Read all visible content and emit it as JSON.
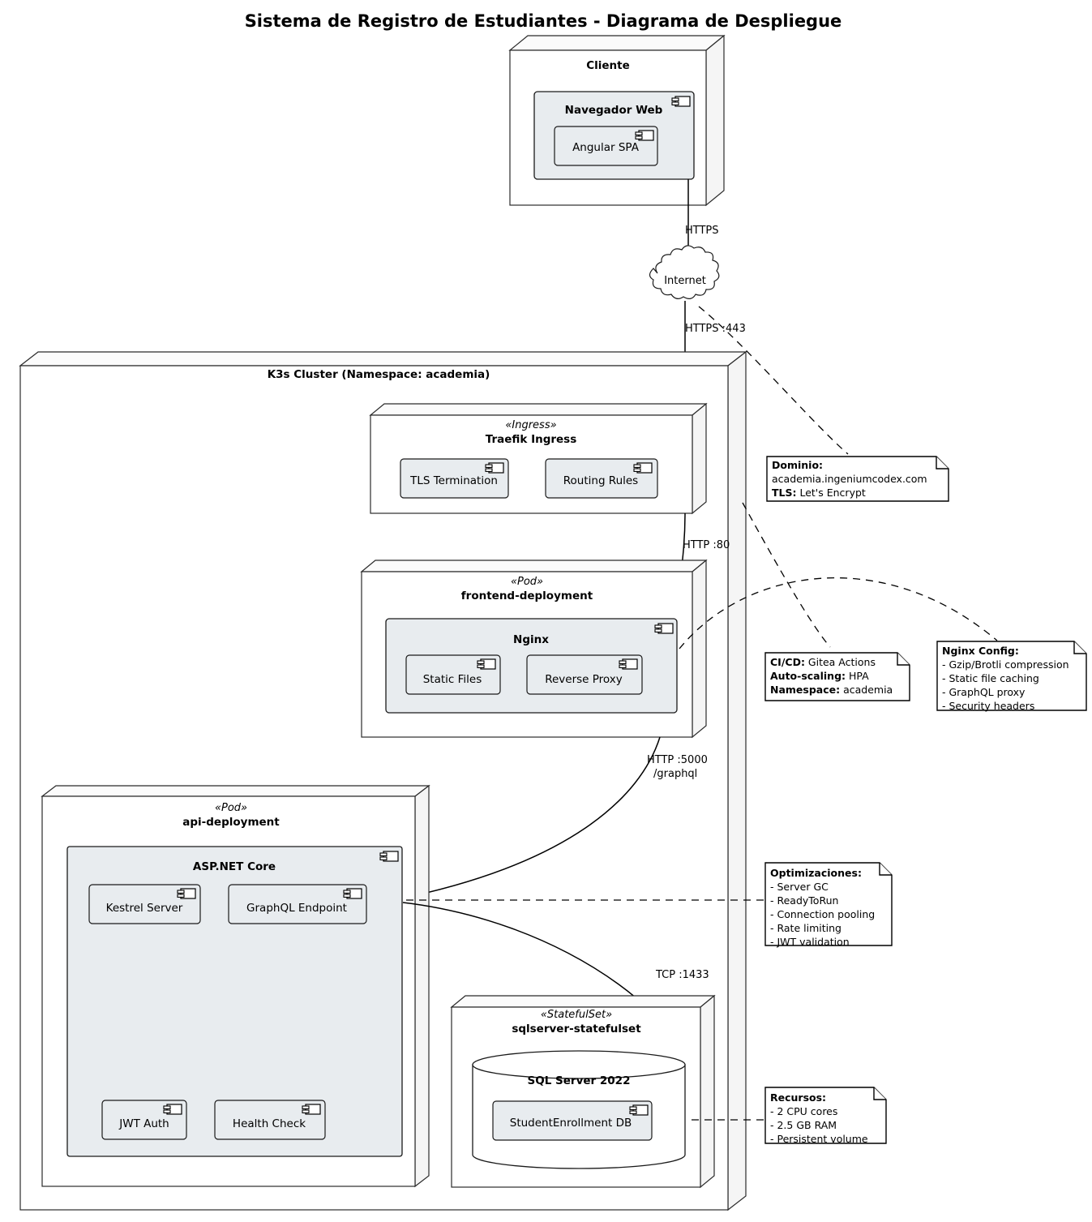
{
  "title": "Sistema de Registro de Estudiantes - Diagrama de Despliegue",
  "nodes": {
    "cliente": {
      "name": "Cliente",
      "component": {
        "name": "Navegador Web",
        "child": "Angular SPA"
      }
    },
    "internet": {
      "label": "Internet"
    },
    "cluster": {
      "name": "K3s Cluster (Namespace: academia)"
    },
    "traefik": {
      "stereotype": "«Ingress»",
      "name": "Traefik Ingress",
      "components": [
        "TLS Termination",
        "Routing Rules"
      ]
    },
    "frontend": {
      "stereotype": "«Pod»",
      "name": "frontend-deployment",
      "component": {
        "name": "Nginx",
        "children": [
          "Static Files",
          "Reverse Proxy"
        ]
      }
    },
    "api": {
      "stereotype": "«Pod»",
      "name": "api-deployment",
      "component": {
        "name": "ASP.NET Core",
        "children": [
          "Kestrel Server",
          "GraphQL Endpoint",
          "JWT Auth",
          "Health Check"
        ]
      }
    },
    "sqlserver": {
      "stereotype": "«StatefulSet»",
      "name": "sqlserver-statefulset",
      "database": {
        "name": "SQL Server 2022",
        "component": "StudentEnrollment DB"
      }
    }
  },
  "edges": [
    {
      "id": "https",
      "label": "HTTPS"
    },
    {
      "id": "https443",
      "label": "HTTPS :443"
    },
    {
      "id": "http80",
      "label": "HTTP :80"
    },
    {
      "id": "http5000",
      "label": "HTTP :5000"
    },
    {
      "id": "graphqlpath",
      "label": "/graphql"
    },
    {
      "id": "tcp1433",
      "label": "TCP :1433"
    }
  ],
  "notes": {
    "dominio": {
      "lines": [
        {
          "head": "Dominio:",
          "text": ""
        },
        {
          "head": "",
          "text": "academia.ingeniumcodex.com"
        },
        {
          "head": "TLS:",
          "text": " Let's Encrypt"
        }
      ]
    },
    "cicd": {
      "lines": [
        {
          "head": "CI/CD:",
          "text": " Gitea Actions"
        },
        {
          "head": "Auto-scaling:",
          "text": " HPA"
        },
        {
          "head": "Namespace:",
          "text": " academia"
        }
      ]
    },
    "nginx_config": {
      "lines": [
        {
          "head": "Nginx Config:",
          "text": ""
        },
        {
          "head": "",
          "text": "- Gzip/Brotli compression"
        },
        {
          "head": "",
          "text": "- Static file caching"
        },
        {
          "head": "",
          "text": "- GraphQL proxy"
        },
        {
          "head": "",
          "text": "- Security headers"
        }
      ]
    },
    "optimizaciones": {
      "lines": [
        {
          "head": "Optimizaciones:",
          "text": ""
        },
        {
          "head": "",
          "text": "- Server GC"
        },
        {
          "head": "",
          "text": "- ReadyToRun"
        },
        {
          "head": "",
          "text": "- Connection pooling"
        },
        {
          "head": "",
          "text": "- Rate limiting"
        },
        {
          "head": "",
          "text": "- JWT validation"
        }
      ]
    },
    "recursos": {
      "lines": [
        {
          "head": "Recursos:",
          "text": ""
        },
        {
          "head": "",
          "text": "- 2 CPU cores"
        },
        {
          "head": "",
          "text": "- 2.5 GB RAM"
        },
        {
          "head": "",
          "text": "- Persistent volume"
        }
      ]
    }
  },
  "colors": {
    "component_fill": "#e8ecef",
    "node_fill": "#ffffff",
    "stroke": "#1a1a1a"
  }
}
